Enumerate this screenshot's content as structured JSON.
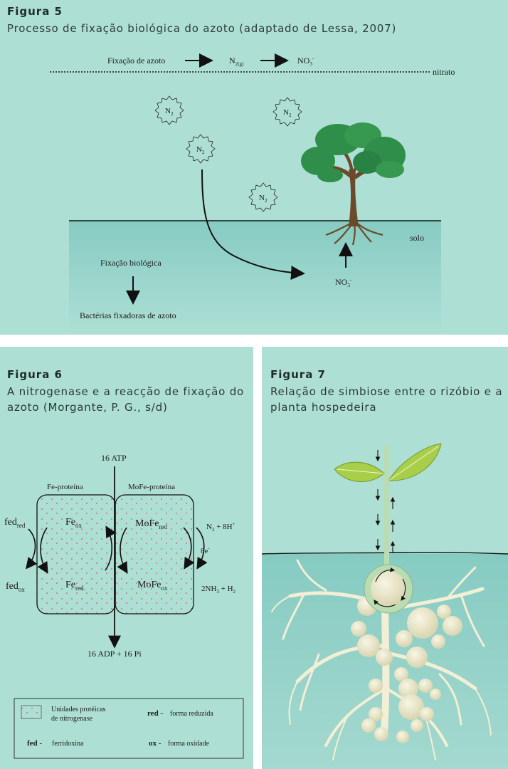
{
  "figure5": {
    "label": "Figura 5",
    "caption": "Processo de fixação biológica do azoto (adaptado de Lessa, 2007)",
    "fixacao_de_azoto": "Fixação de azoto",
    "n2g_base": "N",
    "n2g_sub": "2(g)",
    "no3_base": "NO",
    "no3_sub": "3",
    "no3_sup": "-",
    "nitrato": "nitrato",
    "n2_base": "N",
    "n2_sub": "2",
    "solo": "solo",
    "fixacao_biologica": "Fixação biológica",
    "bacterias": "Bactérias fixadoras de azoto",
    "soil_no3_base": "NO",
    "soil_no3_sub": "3",
    "soil_no3_sup": "-"
  },
  "figure6": {
    "label": "Figura 6",
    "caption_line1": "A nitrogenase e a reacção de fixação do",
    "caption_line2": "azoto (Morgante, P. G., s/d)",
    "atp": "16 ATP",
    "fe_proteina": "Fe-proteína",
    "mofe_proteina": "MoFe-proteína",
    "fe": "Fe",
    "ox": "ox",
    "red": "red",
    "red_dot": "red.",
    "mofe": "MoFe",
    "fed": "fed",
    "n2_reactant": "N",
    "n2_sub": "2",
    "plus_8h": " + 8H",
    "h_sup": "+",
    "e8": "8e",
    "e_sup": "-",
    "nh3_product_a": "2NH",
    "nh3_sub": "3",
    "nh3_product_b": " + H",
    "h2_sub": "2",
    "adp": "16 ADP + 16 Pi",
    "legend": {
      "units_line1": "Unidades protéicas",
      "units_line2": "de nitrogenase",
      "red_key": "red -",
      "red_desc": "forma reduzida",
      "fed_key": "fed -",
      "fed_desc": "ferridoxina",
      "ox_key": "ox -",
      "ox_desc": "forma oxidade"
    }
  },
  "figure7": {
    "label": "Figura 7",
    "caption_line1": "Relação de simbiose entre o rizóbio e a",
    "caption_line2": "planta hospedeira"
  },
  "colors": {
    "panel_bg": "#aedfd4",
    "soil": "#86cbc2",
    "tree_canopy": "#2f8f4a",
    "trunk": "#6b4a2a",
    "root": "#f2efd6",
    "nodule": "#e8e4c4",
    "leaf": "#a9cf4a"
  }
}
